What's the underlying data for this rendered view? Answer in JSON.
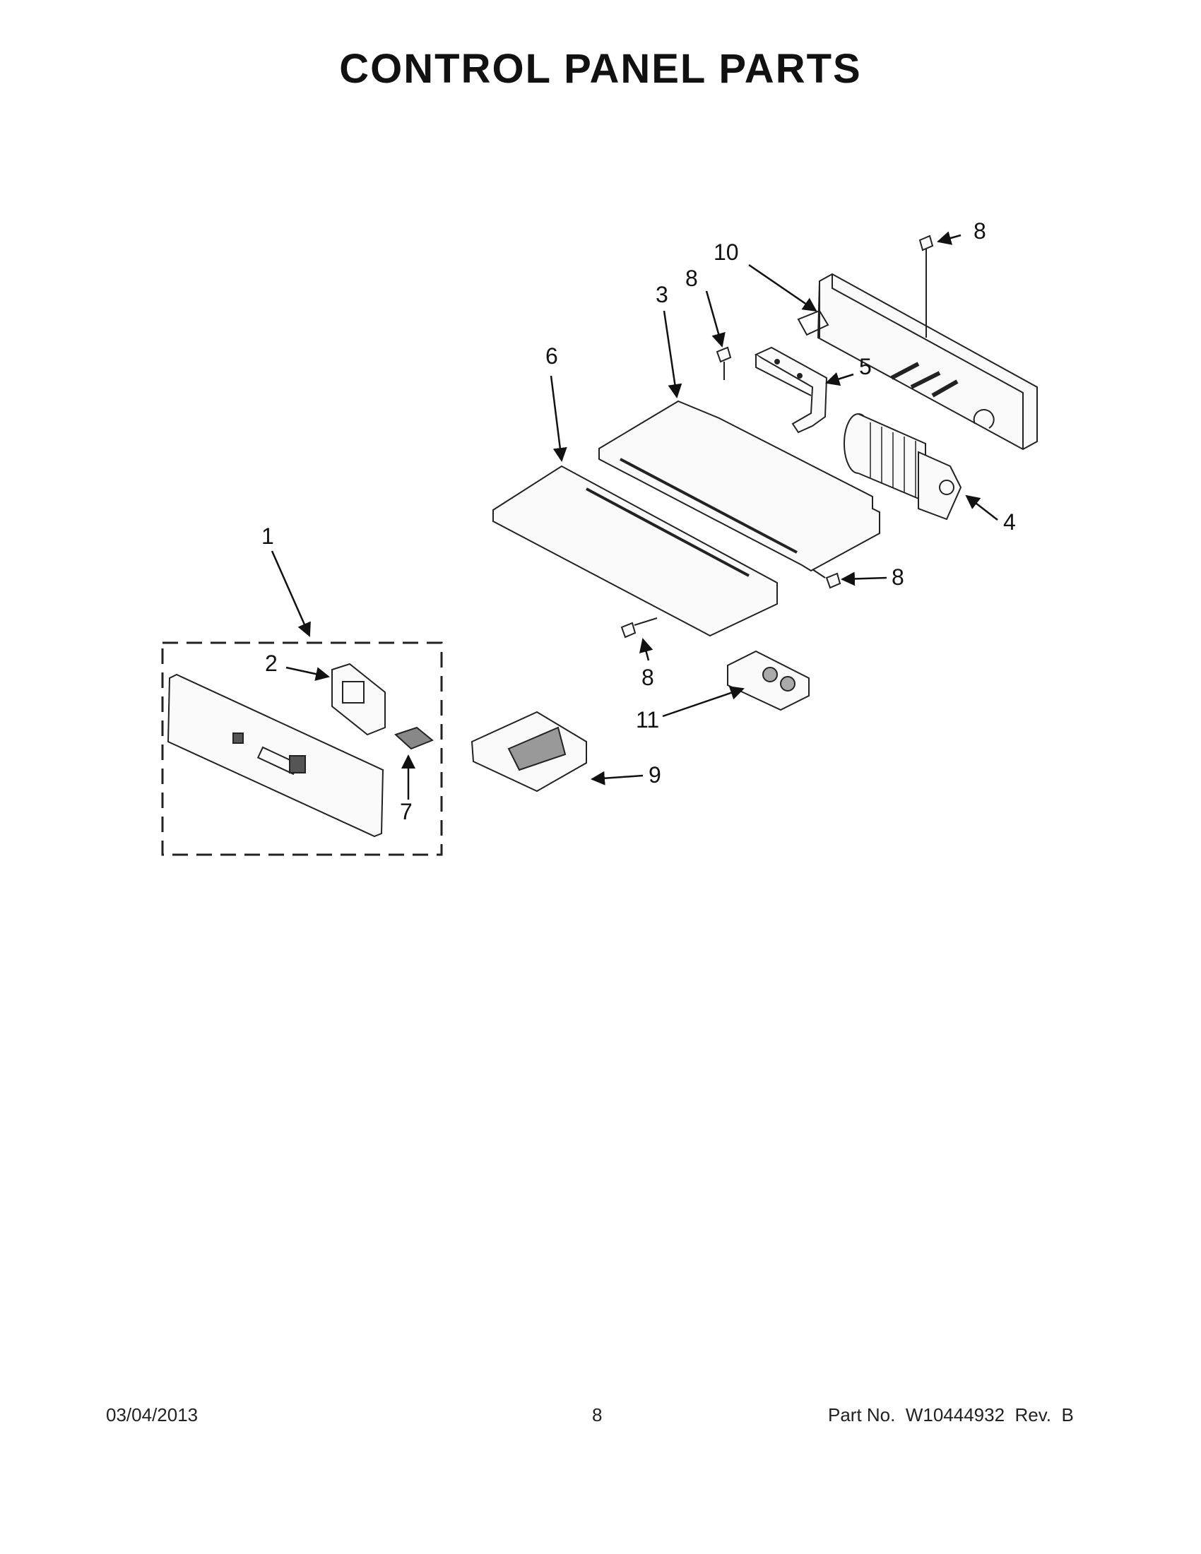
{
  "title": "CONTROL PANEL PARTS",
  "callouts": [
    "1",
    "2",
    "3",
    "4",
    "5",
    "6",
    "7",
    "8",
    "9",
    "10",
    "11"
  ],
  "footer": {
    "date": "03/04/2013",
    "page": "8",
    "part_no": "Part No.  W10444932  Rev.  B"
  }
}
